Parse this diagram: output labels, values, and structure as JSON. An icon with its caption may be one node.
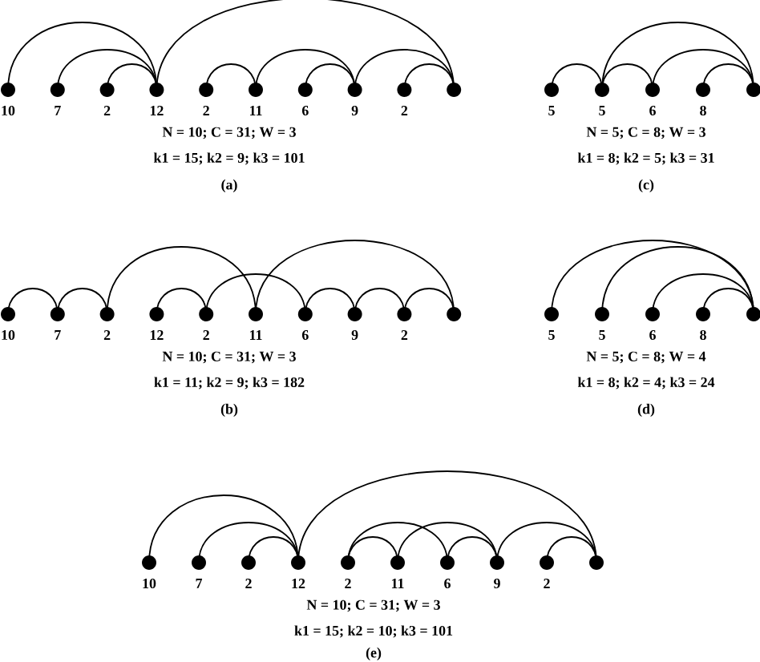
{
  "diagram": {
    "nodes": [
      {
        "text": [],
        "shape": "circle",
        "beside": [
          "10"
        ]
      },
      {
        "text": [],
        "shape": "circle",
        "beside": [
          "7"
        ]
      },
      {
        "text": [],
        "shape": "circle",
        "beside": [
          "2"
        ]
      },
      {
        "text": [],
        "shape": "circle",
        "beside": [
          "12"
        ]
      },
      {
        "text": [],
        "shape": "circle",
        "beside": [
          "2"
        ]
      },
      {
        "text": [],
        "shape": "circle",
        "beside": [
          "11"
        ]
      },
      {
        "text": [],
        "shape": "circle",
        "beside": [
          "6"
        ]
      },
      {
        "text": [],
        "shape": "circle",
        "beside": [
          "9"
        ]
      },
      {
        "text": [],
        "shape": "circle",
        "beside": [
          "2"
        ]
      },
      {
        "text": [],
        "shape": "circle"
      },
      {
        "text": [],
        "shape": "circle",
        "beside": [
          "5"
        ]
      },
      {
        "text": [],
        "shape": "circle",
        "beside": [
          "5"
        ]
      },
      {
        "text": [],
        "shape": "circle",
        "beside": [
          "6"
        ]
      },
      {
        "text": [],
        "shape": "circle",
        "beside": [
          "8"
        ]
      },
      {
        "text": [],
        "shape": "circle"
      },
      {
        "text": [],
        "shape": "circle",
        "beside": [
          "10"
        ]
      },
      {
        "text": [],
        "shape": "circle",
        "beside": [
          "7"
        ]
      },
      {
        "text": [],
        "shape": "circle",
        "beside": [
          "2"
        ]
      },
      {
        "text": [],
        "shape": "circle",
        "beside": [
          "12"
        ]
      },
      {
        "text": [],
        "shape": "circle",
        "beside": [
          "2"
        ]
      },
      {
        "text": [],
        "shape": "circle",
        "beside": [
          "11"
        ]
      },
      {
        "text": [],
        "shape": "circle",
        "beside": [
          "6"
        ]
      },
      {
        "text": [],
        "shape": "circle",
        "beside": [
          "9"
        ]
      },
      {
        "text": [],
        "shape": "circle",
        "beside": [
          "2"
        ]
      },
      {
        "text": [],
        "shape": "circle"
      },
      {
        "text": [],
        "shape": "circle",
        "beside": [
          "5"
        ]
      },
      {
        "text": [],
        "shape": "circle",
        "beside": [
          "5"
        ]
      },
      {
        "text": [],
        "shape": "circle",
        "beside": [
          "6"
        ]
      },
      {
        "text": [],
        "shape": "circle",
        "beside": [
          "8"
        ]
      },
      {
        "text": [],
        "shape": "circle"
      },
      {
        "text": [],
        "shape": "circle",
        "beside": [
          "10"
        ]
      },
      {
        "text": [],
        "shape": "circle",
        "beside": [
          "7"
        ]
      },
      {
        "text": [],
        "shape": "circle",
        "beside": [
          "2"
        ]
      },
      {
        "text": [],
        "shape": "circle",
        "beside": [
          "12"
        ]
      },
      {
        "text": [],
        "shape": "circle",
        "beside": [
          "2"
        ]
      },
      {
        "text": [],
        "shape": "circle",
        "beside": [
          "11"
        ]
      },
      {
        "text": [],
        "shape": "circle",
        "beside": [
          "6"
        ]
      },
      {
        "text": [],
        "shape": "circle",
        "beside": [
          "9"
        ]
      },
      {
        "text": [],
        "shape": "circle",
        "beside": [
          "2"
        ]
      },
      {
        "text": [],
        "shape": "circle"
      }
    ],
    "edges": [
      {
        "from": 0,
        "to": 3,
        "arrow": "none"
      },
      {
        "from": 1,
        "to": 3,
        "arrow": "none"
      },
      {
        "from": 2,
        "to": 3,
        "arrow": "none"
      },
      {
        "from": 3,
        "to": 9,
        "arrow": "none"
      },
      {
        "from": 4,
        "to": 5,
        "arrow": "none"
      },
      {
        "from": 5,
        "to": 7,
        "arrow": "none"
      },
      {
        "from": 6,
        "to": 7,
        "arrow": "none"
      },
      {
        "from": 7,
        "to": 9,
        "arrow": "none"
      },
      {
        "from": 8,
        "to": 9,
        "arrow": "none"
      },
      {
        "from": 10,
        "to": 11,
        "arrow": "none"
      },
      {
        "from": 11,
        "to": 12,
        "arrow": "none"
      },
      {
        "from": 11,
        "to": 14,
        "arrow": "none"
      },
      {
        "from": 12,
        "to": 14,
        "arrow": "none"
      },
      {
        "from": 13,
        "to": 14,
        "arrow": "none"
      },
      {
        "from": 15,
        "to": 16,
        "arrow": "none"
      },
      {
        "from": 16,
        "to": 17,
        "arrow": "none"
      },
      {
        "from": 17,
        "to": 20,
        "arrow": "none"
      },
      {
        "from": 18,
        "to": 19,
        "arrow": "none"
      },
      {
        "from": 19,
        "to": 21,
        "arrow": "none"
      },
      {
        "from": 20,
        "to": 24,
        "arrow": "none"
      },
      {
        "from": 21,
        "to": 22,
        "arrow": "none"
      },
      {
        "from": 22,
        "to": 23,
        "arrow": "none"
      },
      {
        "from": 23,
        "to": 24,
        "arrow": "none"
      },
      {
        "from": 25,
        "to": 29,
        "arrow": "none"
      },
      {
        "from": 26,
        "to": 29,
        "arrow": "none"
      },
      {
        "from": 27,
        "to": 29,
        "arrow": "none"
      },
      {
        "from": 28,
        "to": 29,
        "arrow": "none"
      },
      {
        "from": 30,
        "to": 33,
        "arrow": "none"
      },
      {
        "from": 31,
        "to": 33,
        "arrow": "none"
      },
      {
        "from": 32,
        "to": 33,
        "arrow": "none"
      },
      {
        "from": 33,
        "to": 39,
        "arrow": "none"
      },
      {
        "from": 34,
        "to": 35,
        "arrow": "none"
      },
      {
        "from": 34,
        "to": 36,
        "arrow": "none"
      },
      {
        "from": 35,
        "to": 37,
        "arrow": "none"
      },
      {
        "from": 36,
        "to": 37,
        "arrow": "none"
      },
      {
        "from": 37,
        "to": 39,
        "arrow": "none"
      },
      {
        "from": 38,
        "to": 39,
        "arrow": "none"
      }
    ],
    "labels": [
      "N = 10; C = 31; W = 3",
      "k1 = 15; k2 = 9; k3 = 101",
      "(a)",
      "N = 5; C = 8; W = 3",
      "k1 = 8; k2 = 5; k3 = 31",
      "(c)",
      "N = 10; C = 31; W = 3",
      "k1 = 11; k2 = 9; k3 = 182",
      "(b)",
      "N = 5; C = 8; W = 4",
      "k1 = 8; k2 = 4; k3 = 24",
      "(d)",
      "N = 10; C = 31; W = 3",
      "k1 = 15; k2 = 10; k3 = 101",
      "(e)"
    ]
  }
}
